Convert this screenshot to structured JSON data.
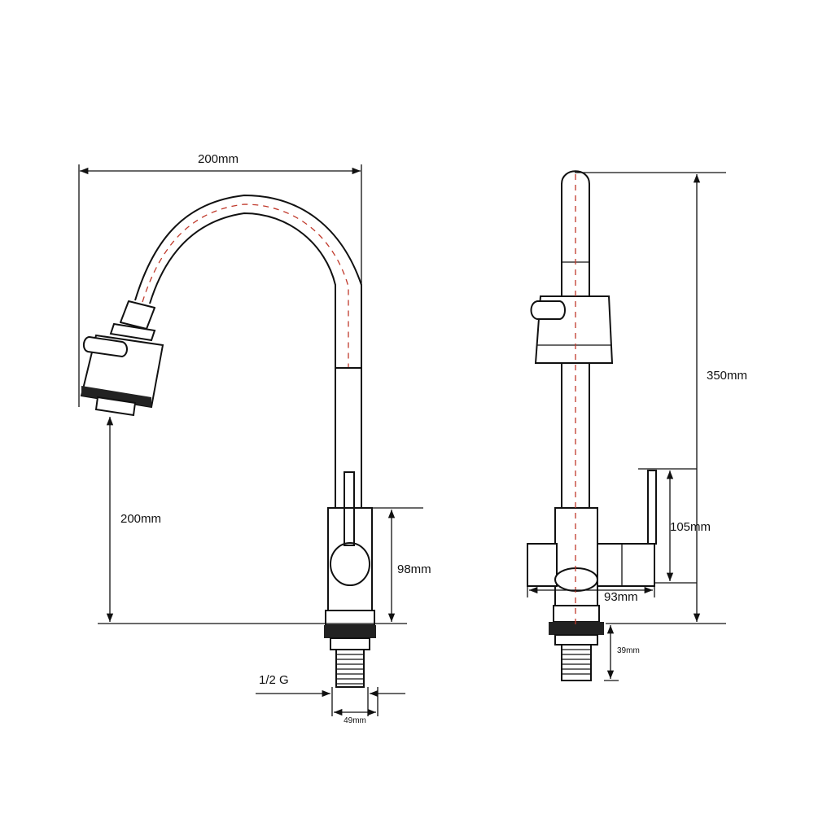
{
  "labels": {
    "front_width": "200mm",
    "front_spout_height": "200mm",
    "front_body_height": "98mm",
    "thread": "1/2 G",
    "front_base_width": "49mm",
    "side_total_height": "350mm",
    "side_arm_height": "105mm",
    "side_depth": "93mm",
    "side_thread_length": "39mm"
  },
  "colors": {
    "line": "#111111",
    "centerline": "#c0392b",
    "background": "#ffffff"
  }
}
